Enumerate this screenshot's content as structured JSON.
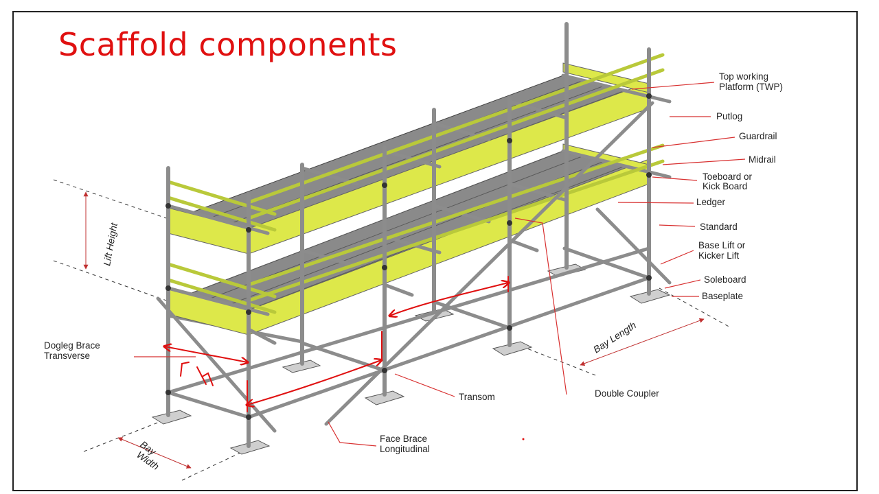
{
  "title": "Scaffold components",
  "labels": {
    "top_working_platform_1": "Top working",
    "top_working_platform_2": "Platform (TWP)",
    "putlog": "Putlog",
    "guardrail": "Guardrail",
    "midrail": "Midrail",
    "toeboard_1": "Toeboard or",
    "toeboard_2": "Kick Board",
    "ledger": "Ledger",
    "standard": "Standard",
    "base_lift_1": "Base Lift or",
    "base_lift_2": "Kicker Lift",
    "soleboard": "Soleboard",
    "baseplate": "Baseplate",
    "bay_length": "Bay Length",
    "double_coupler": "Double Coupler",
    "transom": "Transom",
    "face_brace_1": "Face Brace",
    "face_brace_2": "Longitudinal",
    "dogleg_brace_1": "Dogleg Brace",
    "dogleg_brace_2": "Transverse",
    "bay_width_1": "Bay",
    "bay_width_2": "Width",
    "lift_height": "Lift Height"
  },
  "colors": {
    "annotation": "#e01010",
    "tube": "#8c8c8c",
    "deck": "#8a8a8a",
    "toeboard": "#dde84a",
    "guardrail": "#b9c93a",
    "leader": "#d83030"
  }
}
